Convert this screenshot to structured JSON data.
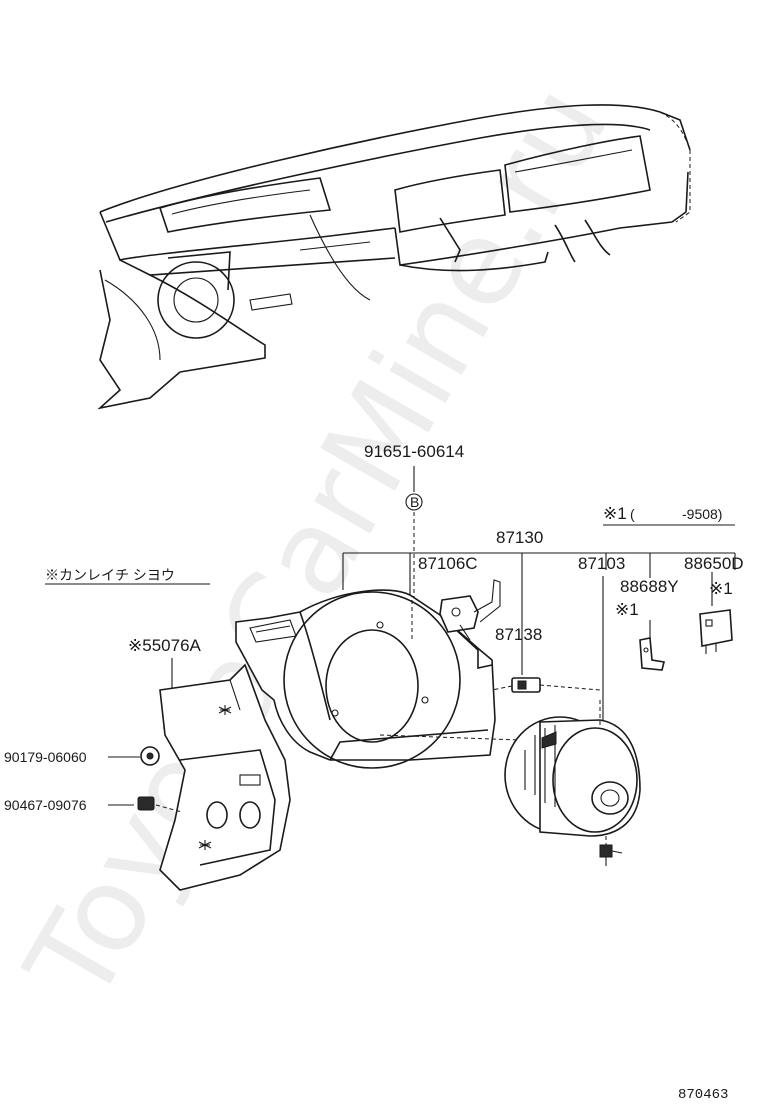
{
  "watermark": "ToyotaCarMine.ru",
  "diagram_id": "870463",
  "note": {
    "mark": "※1",
    "open": "(",
    "range": "-9508)"
  },
  "region_note": "※カンレイチ シヨウ",
  "labels": {
    "p91651": "91651-60614",
    "p87130": "87130",
    "p87106C": "87106C",
    "p87103": "87103",
    "p88650D": "88650D",
    "p88650D_note": "※1",
    "p88688Y": "88688Y",
    "p88688Y_note": "※1",
    "p87138": "87138",
    "p55076A": "※55076A",
    "p90179": "90179-06060",
    "p90467": "90467-09076"
  },
  "bolt_marker": "B"
}
